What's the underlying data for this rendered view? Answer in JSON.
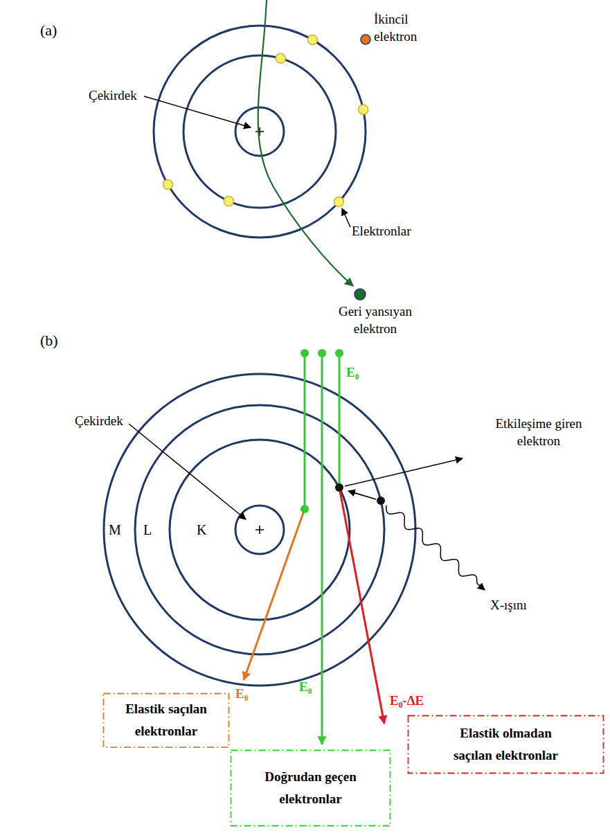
{
  "diagram": {
    "nodes": [
      {
        "text": [
          "Elastik saçılan elektronlar"
        ]
      },
      {
        "text": [
          "Elastik olmadan saçılan elektronlar"
        ]
      },
      {
        "text": [
          "Doğrudan geçen elektronlar"
        ]
      }
    ],
    "labels": [
      "(a)",
      "İkincil elektron",
      "Çekirdek",
      "Elektronlar",
      "Geri yansıyan elektron",
      "(b)",
      "E₀",
      "Çekirdek",
      "Etkileşime giren elektron",
      "M",
      "L",
      "K",
      "X-ışını",
      "E₀",
      "E₀-ΔE",
      "E₀"
    ]
  }
}
